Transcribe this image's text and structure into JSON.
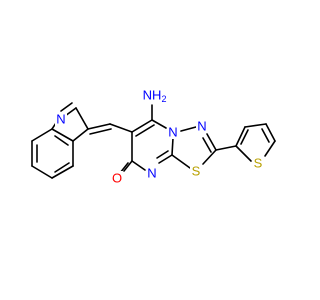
{
  "molecule": {
    "atom_labels": {
      "indole_N": "N",
      "amino": "NH",
      "amino_sub": "2",
      "ring_N_bridge": "N",
      "ring_N_thiadiazole": "N",
      "ring_N_pyrimidine": "N",
      "ring_S_thiadiazole": "S",
      "ring_S_thiophene": "S",
      "carbonyl_O": "O"
    },
    "colors": {
      "bond": "#000000",
      "nitrogen": "#0000ff",
      "sulfur": "#b8a000",
      "oxygen": "#ff0000",
      "background": "#ffffff"
    }
  }
}
